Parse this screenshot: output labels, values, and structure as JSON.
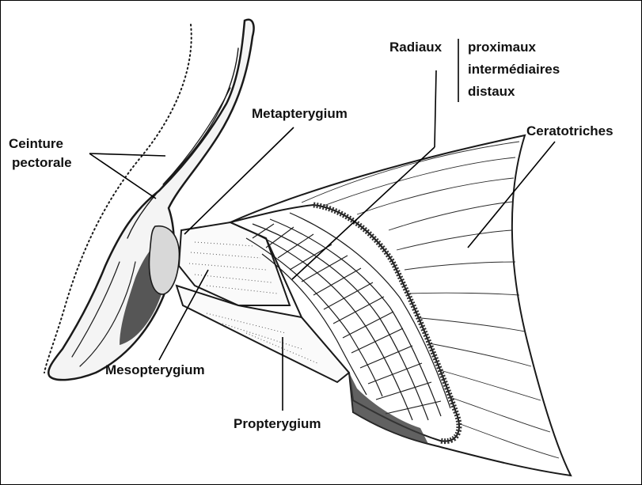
{
  "labels": {
    "ceinture_line1": "Ceinture",
    "ceinture_line2": "pectorale",
    "metapterygium": "Metapterygium",
    "radiaux": "Radiaux",
    "proximaux": "proximaux",
    "intermediaires": "intermédiaires",
    "distaux": "distaux",
    "ceratotriches": "Ceratotriches",
    "mesopterygium": "Mesopterygium",
    "propterygium": "Propterygium"
  },
  "colors": {
    "ink": "#1a1a1a",
    "paper": "#ffffff",
    "shade": "#3a3a3a"
  }
}
